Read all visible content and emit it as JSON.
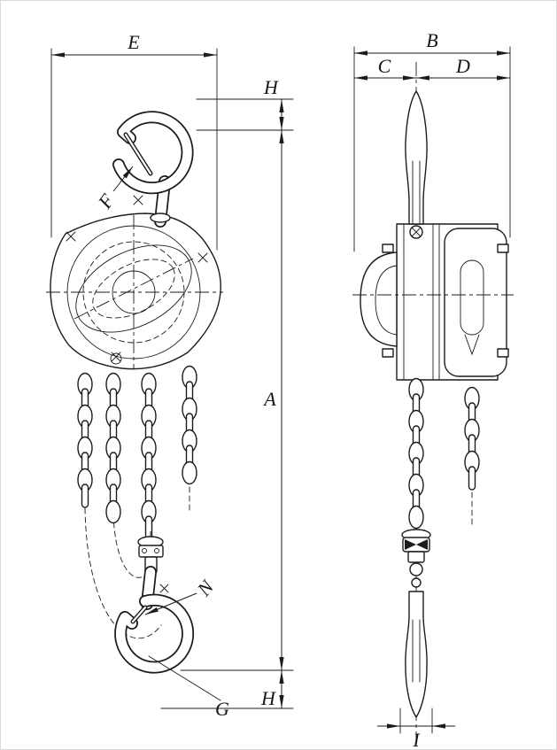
{
  "drawing": {
    "background": "#ffffff",
    "line_color": "#1c1c1c",
    "labels": {
      "E": "E",
      "H_top": "H",
      "F": "F",
      "A": "A",
      "N": "N",
      "G": "G",
      "H_bottom": "H",
      "B": "B",
      "C": "C",
      "D": "D",
      "I": "I"
    }
  }
}
